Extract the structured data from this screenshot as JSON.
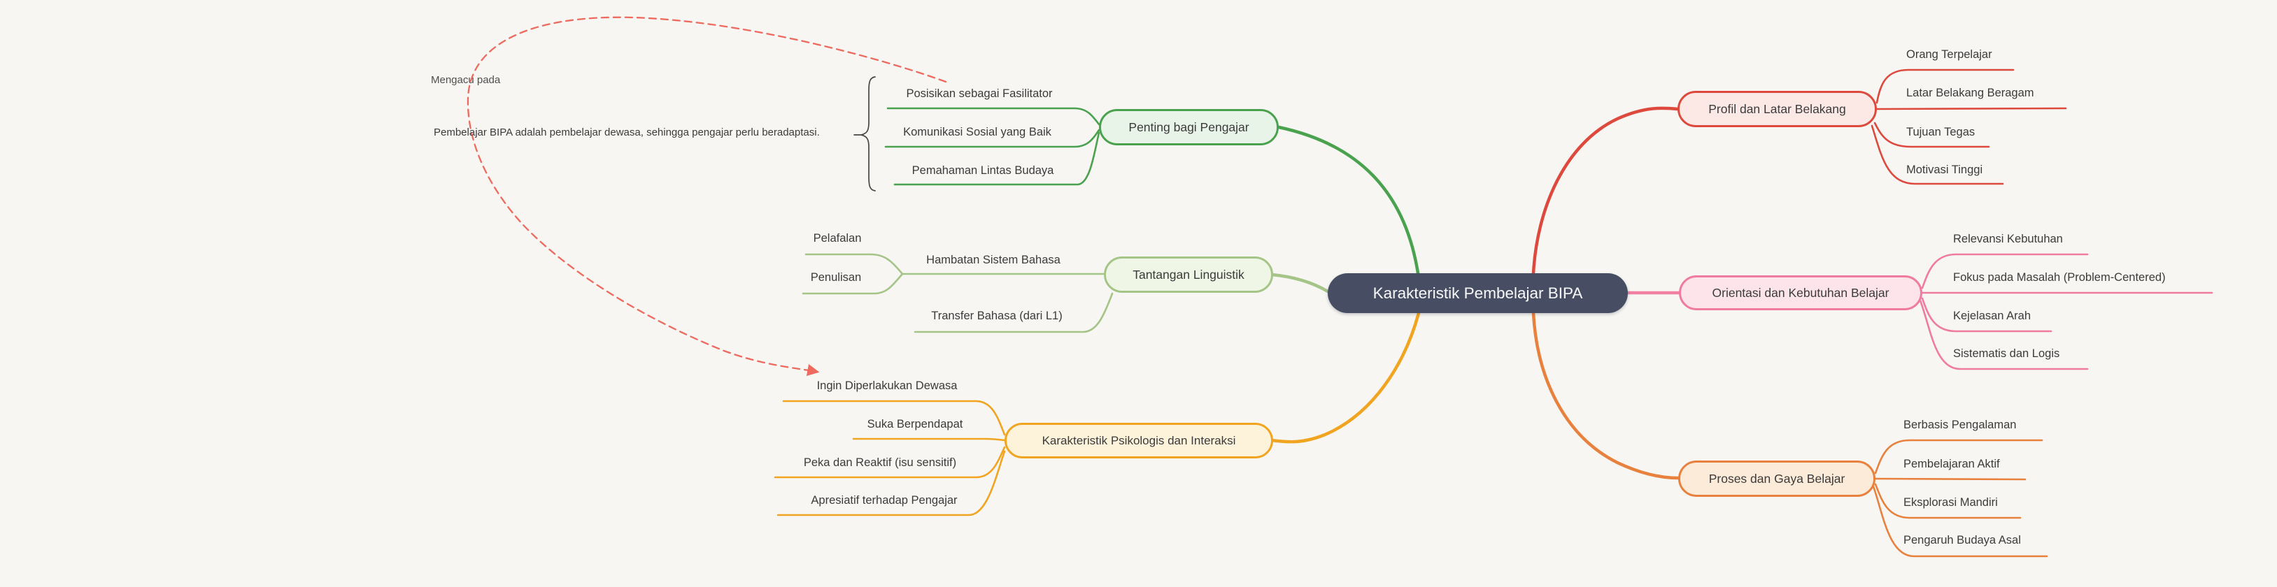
{
  "colors": {
    "canvas_bg": "#f7f6f3",
    "root_bg": "#474e63",
    "root_text": "#f8f8fb",
    "branch_green": "#4aa14e",
    "branch_sage": "#a5c487",
    "branch_amber": "#f1a41f",
    "branch_red": "#dd4a3d",
    "branch_pink": "#f07ba0",
    "branch_orange": "#e8813d",
    "relationship_dash": "#ee6a5e",
    "topic_text": "#3b3b3b"
  },
  "root": {
    "label": "Karakteristik Pembelajar BIPA"
  },
  "note": {
    "text": "Pembelajar BIPA adalah pembelajar dewasa, sehingga pengajar perlu beradaptasi.",
    "relationship_label": "Mengacu pada"
  },
  "left": {
    "penting": {
      "label": "Penting bagi Pengajar",
      "children": [
        "Posisikan sebagai Fasilitator",
        "Komunikasi Sosial yang Baik",
        "Pemahaman Lintas Budaya"
      ]
    },
    "tantangan": {
      "label": "Tantangan Linguistik",
      "hambatan": "Hambatan Sistem Bahasa",
      "hambatan_children": [
        "Pelafalan",
        "Penulisan"
      ],
      "transfer": "Transfer Bahasa (dari L1)"
    },
    "psikologis": {
      "label": "Karakteristik Psikologis dan Interaksi",
      "children": [
        "Ingin Diperlakukan Dewasa",
        "Suka Berpendapat",
        "Peka dan Reaktif (isu sensitif)",
        "Apresiatif terhadap Pengajar"
      ]
    }
  },
  "right": {
    "profil": {
      "label": "Profil dan Latar Belakang",
      "children": [
        "Orang Terpelajar",
        "Latar Belakang Beragam",
        "Tujuan Tegas",
        "Motivasi Tinggi"
      ]
    },
    "orientasi": {
      "label": "Orientasi dan Kebutuhan Belajar",
      "children": [
        "Relevansi Kebutuhan",
        "Fokus pada Masalah (Problem-Centered)",
        "Kejelasan Arah",
        "Sistematis dan Logis"
      ]
    },
    "proses": {
      "label": "Proses dan Gaya Belajar",
      "children": [
        "Berbasis Pengalaman",
        "Pembelajaran Aktif",
        "Eksplorasi Mandiri",
        "Pengaruh Budaya Asal"
      ]
    }
  }
}
